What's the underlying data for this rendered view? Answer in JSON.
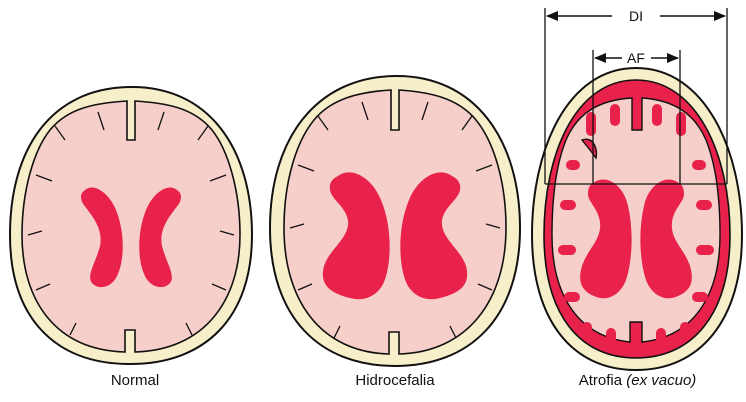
{
  "captions": {
    "normal": "Normal",
    "hidrocefalia": "Hidrocefalia",
    "atrofia": "Atrofia",
    "atrofia_note": "(ex vacuo)"
  },
  "measurements": {
    "di": "DI",
    "af": "AF"
  },
  "colors": {
    "skull": "#f7efc9",
    "brain": "#f7cfca",
    "ventricle": "#e8224a",
    "outline": "#111111"
  }
}
